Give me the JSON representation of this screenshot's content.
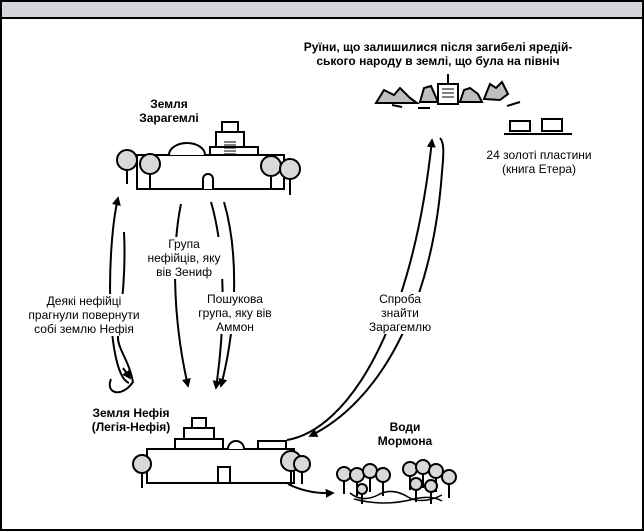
{
  "colors": {
    "header_band": "#d4d6da",
    "ink": "#000000",
    "tree_fill": "#d9d9d9",
    "ruin_fill": "#bfbfbf"
  },
  "places": {
    "zarahemla": {
      "line1": "Земля",
      "line2": "Зарагемлі"
    },
    "nephi": {
      "line1": "Земля Нефія",
      "line2": "(Легія-Нефія)"
    },
    "mormon": {
      "line1": "Води",
      "line2": "Мормона"
    },
    "ruins": {
      "line1": "Руїни, що залишилися після загибелі яредій-",
      "line2": "ського народу в землі, що була на північ"
    },
    "plates": {
      "line1": "24 золоті пластини",
      "line2": "(книга Етера)"
    }
  },
  "routes": {
    "zeniff": {
      "line1": "Група",
      "line2": "нефійців, яку",
      "line3": "вів Зениф"
    },
    "ammon": {
      "line1": "Пошукова",
      "line2": "група, яку вів",
      "line3": "Аммон"
    },
    "return": {
      "line1": "Деякі нефійці",
      "line2": "прагнули повернути",
      "line3": "собі землю Нефія"
    },
    "search": {
      "line1": "Спроба",
      "line2": "знайти",
      "line3": "Зарагемлю"
    }
  }
}
